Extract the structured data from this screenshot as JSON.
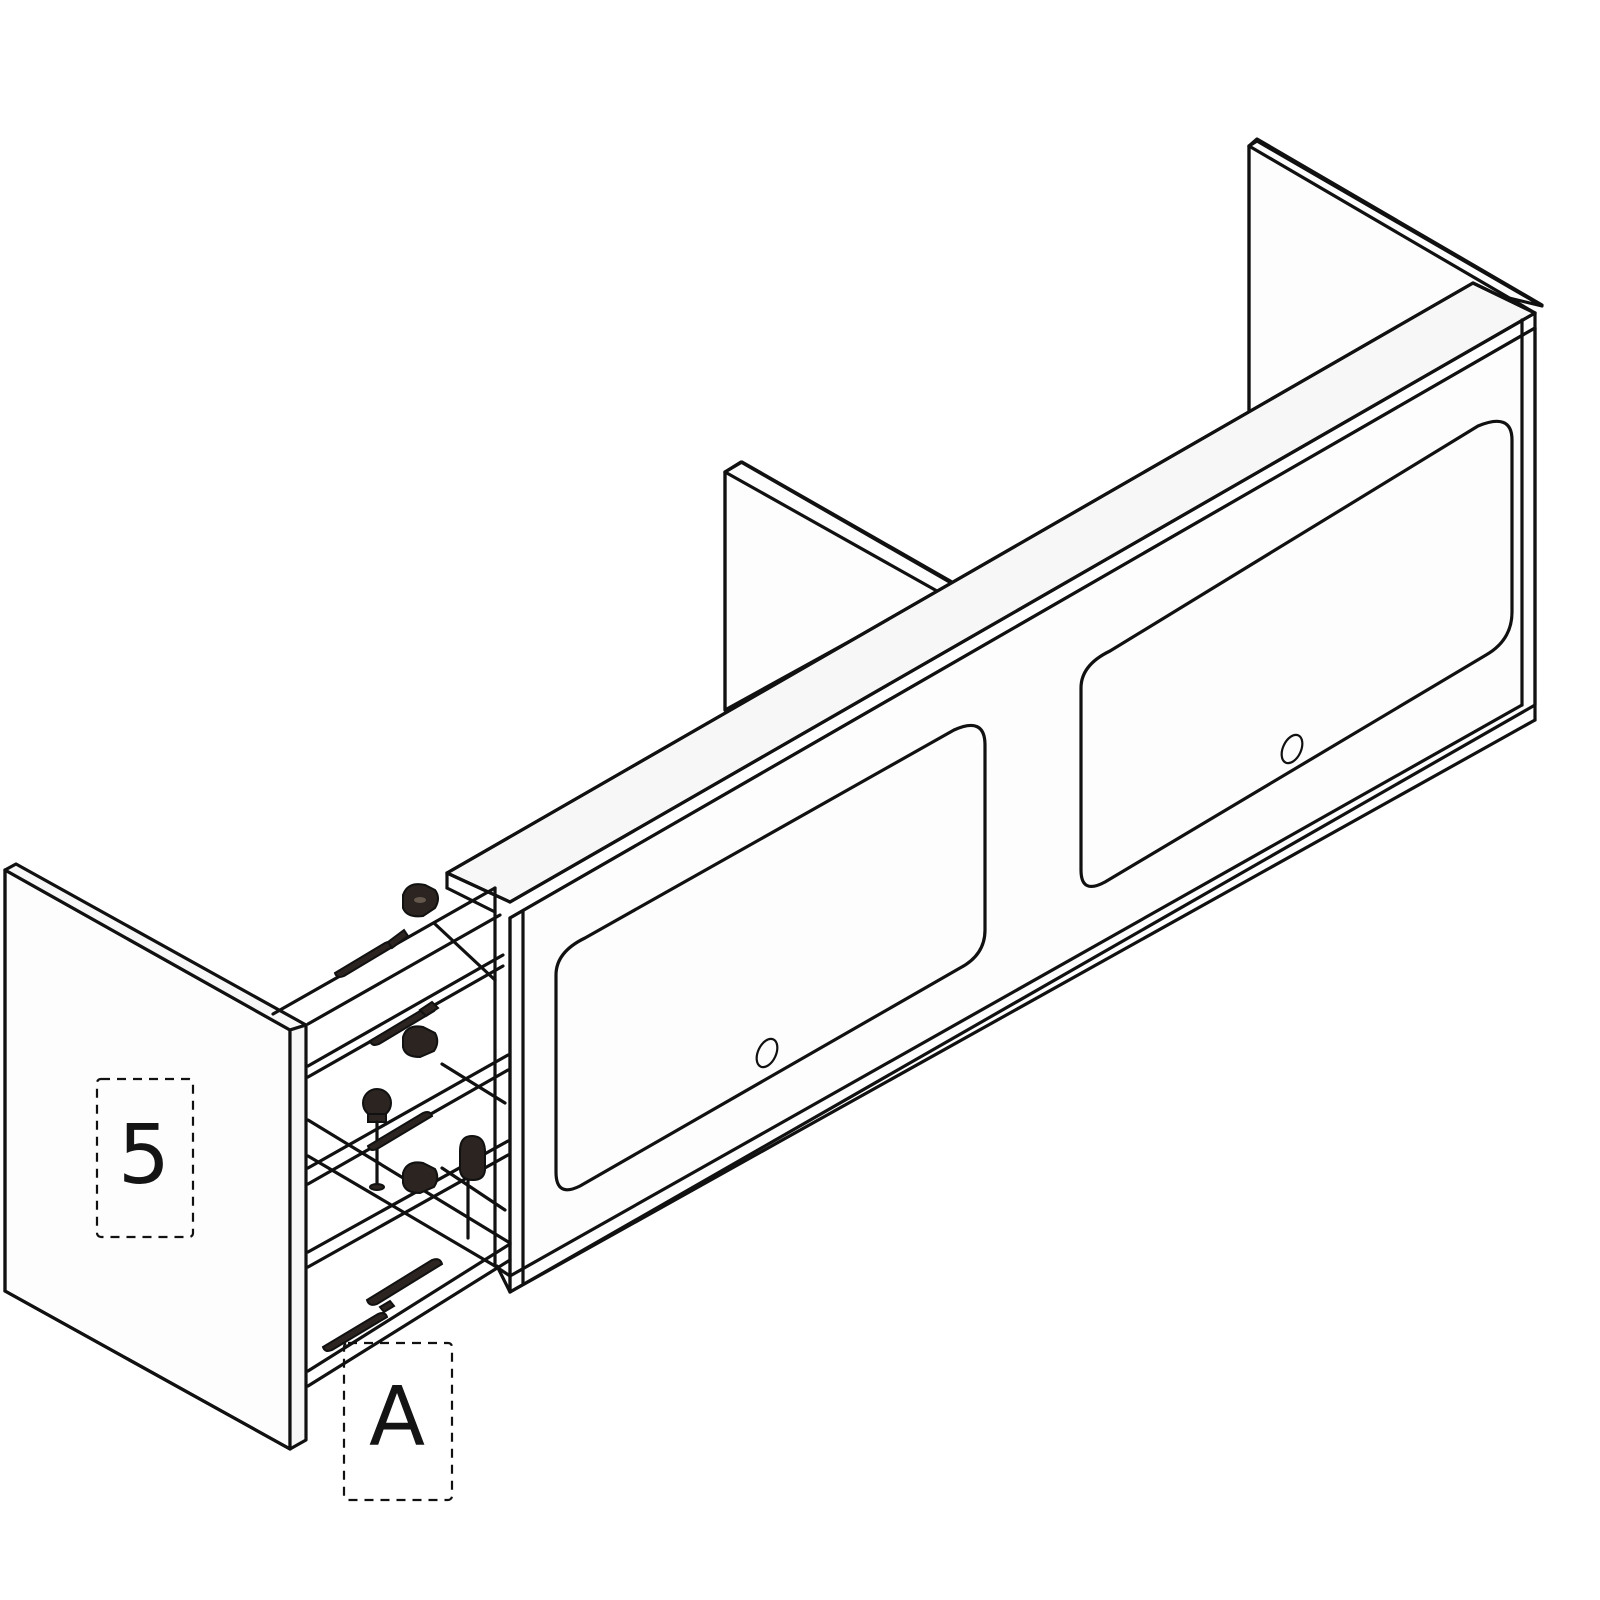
{
  "diagram": {
    "type": "furniture-assembly-step",
    "subject": "wall cabinet with two recessed-panel front doors",
    "labels": {
      "part_number": "5",
      "hardware_callout": "A"
    },
    "parts": [
      {
        "id": "5",
        "description": "Side panel being attached"
      },
      {
        "id": "A",
        "description": "Cam lock fittings and dowels"
      }
    ],
    "colors": {
      "line": "#111111",
      "panel": "#fdfdfd",
      "hardware": "#2b2420"
    }
  }
}
